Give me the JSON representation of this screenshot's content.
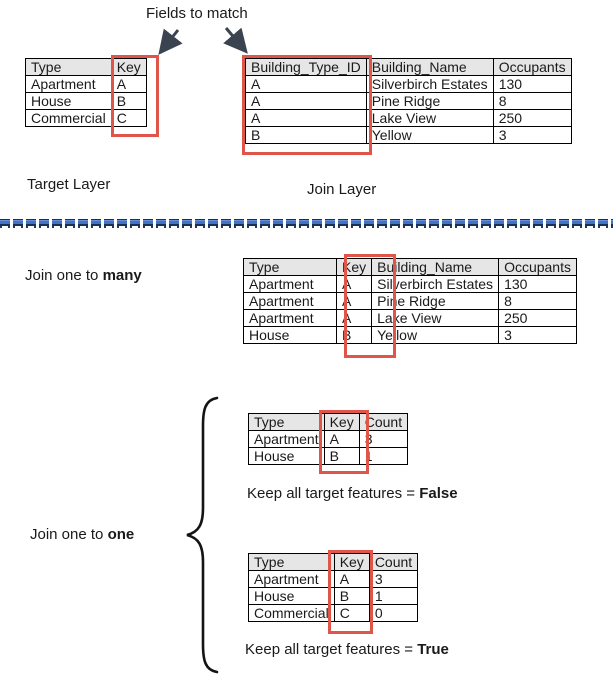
{
  "title": "Fields to match",
  "icons": {
    "left_arrow": "arrow-down-left",
    "right_arrow": "arrow-down-right",
    "brace": "curly-brace-left"
  },
  "colors": {
    "highlight_red": "#e05549",
    "header_grey": "#e7e6e6",
    "arrow_dark": "#3a4450",
    "divider_blue": "#4472c4",
    "divider_navy": "#1f3864"
  },
  "sections": {
    "target_layer_label": "Target Layer",
    "join_layer_label": "Join Layer",
    "join_many": {
      "prefix": "Join one to ",
      "bold": "many"
    },
    "join_one": {
      "prefix": "Join one to ",
      "bold": "one"
    },
    "keep_false": {
      "prefix": "Keep all target features = ",
      "bold": "False"
    },
    "keep_true": {
      "prefix": "Keep all target features = ",
      "bold": "True"
    }
  },
  "tables": {
    "target": {
      "headers": [
        "Type",
        "Key"
      ],
      "rows": [
        [
          "Apartment",
          "A"
        ],
        [
          "House",
          "B"
        ],
        [
          "Commercial",
          "C"
        ]
      ],
      "highlighted_column": "Key"
    },
    "join": {
      "headers": [
        "Building_Type_ID",
        "Building_Name",
        "Occupants"
      ],
      "rows": [
        [
          "A",
          "Silverbirch Estates",
          "130"
        ],
        [
          "A",
          "Pine Ridge",
          "8"
        ],
        [
          "A",
          "Lake View",
          "250"
        ],
        [
          "B",
          "Yellow",
          "3"
        ]
      ],
      "highlighted_column": "Building_Type_ID"
    },
    "one_to_many": {
      "headers": [
        "Type",
        "Key",
        "Building_Name",
        "Occupants"
      ],
      "rows": [
        [
          "Apartment",
          "A",
          "Silverbirch Estates",
          "130"
        ],
        [
          "Apartment",
          "A",
          "Pine Ridge",
          "8"
        ],
        [
          "Apartment",
          "A",
          "Lake View",
          "250"
        ],
        [
          "House",
          "B",
          "Yellow",
          "3"
        ]
      ],
      "highlighted_column": "Key"
    },
    "one_to_one_false": {
      "headers": [
        "Type",
        "Key",
        "Count"
      ],
      "rows": [
        [
          "Apartment",
          "A",
          "3"
        ],
        [
          "House",
          "B",
          "1"
        ]
      ],
      "highlighted_column": "Key"
    },
    "one_to_one_true": {
      "headers": [
        "Type",
        "Key",
        "Count"
      ],
      "rows": [
        [
          "Apartment",
          "A",
          "3"
        ],
        [
          "House",
          "B",
          "1"
        ],
        [
          "Commercial",
          "C",
          "0"
        ]
      ],
      "highlighted_column": "Key"
    }
  }
}
